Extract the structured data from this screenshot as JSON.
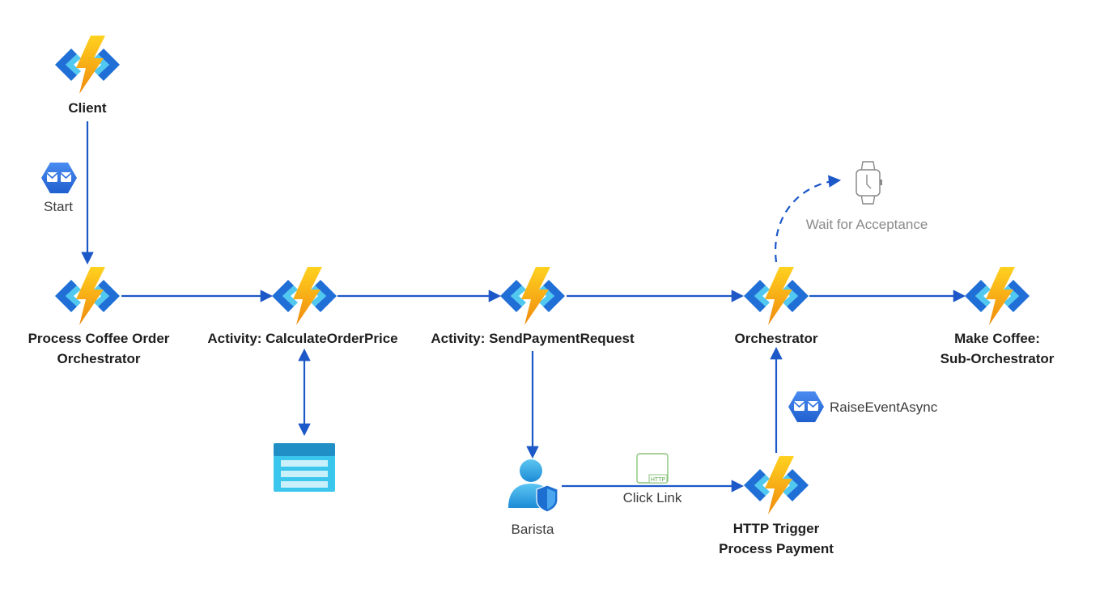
{
  "nodes": {
    "client": {
      "label": "Client"
    },
    "process_orchestrator": {
      "label_line1": "Process Coffee Order",
      "label_line2": "Orchestrator"
    },
    "calc_price": {
      "label": "Activity: CalculateOrderPrice"
    },
    "send_payment": {
      "label": "Activity: SendPaymentRequest"
    },
    "orchestrator": {
      "label": "Orchestrator"
    },
    "make_coffee": {
      "label_line1": "Make Coffee:",
      "label_line2": "Sub-Orchestrator"
    },
    "http_trigger": {
      "label_line1": "HTTP Trigger",
      "label_line2": "Process Payment"
    },
    "barista": {
      "label": "Barista"
    },
    "storage_table": {}
  },
  "edges": {
    "start": {
      "label": "Start"
    },
    "raise_event": {
      "label": "RaiseEventAsync"
    },
    "click_link": {
      "label": "Click Link",
      "badge": "HTTP"
    },
    "wait": {
      "label": "Wait for Acceptance"
    }
  },
  "colors": {
    "arrow": "#1d58c8",
    "bolt_top": "#ffd21f",
    "bolt_bottom": "#f08a0e",
    "bracket_dark": "#1f6fd6",
    "bracket_light": "#50c8f0",
    "queue_blue": "#2f72e0",
    "storage_blue": "#3bc6ee",
    "person_blue": "#38a8e6",
    "http_green": "#5aa84a"
  }
}
